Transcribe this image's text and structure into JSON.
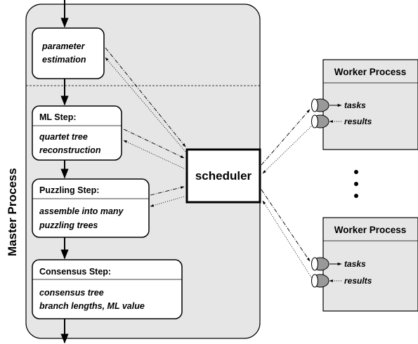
{
  "master": {
    "label": "Master Process",
    "steps": {
      "param": {
        "lines": [
          "parameter",
          "estimation"
        ]
      },
      "ml": {
        "title": "ML Step:",
        "lines": [
          "quartet tree",
          "reconstruction"
        ]
      },
      "puzzling": {
        "title": "Puzzling Step:",
        "lines": [
          "assemble into many",
          "puzzling trees"
        ]
      },
      "consensus": {
        "title": "Consensus Step:",
        "lines": [
          "consensus tree",
          "branch lengths, ML value"
        ]
      }
    }
  },
  "scheduler": {
    "label": "scheduler"
  },
  "workers": [
    {
      "title": "Worker Process",
      "tasks": "tasks",
      "results": "results"
    },
    {
      "title": "Worker Process",
      "tasks": "tasks",
      "results": "results"
    }
  ],
  "ellipsis": "•\n•\n•",
  "colors": {
    "panel": "#e6e6e6",
    "cylinder": "#999999",
    "stroke": "#000000"
  }
}
